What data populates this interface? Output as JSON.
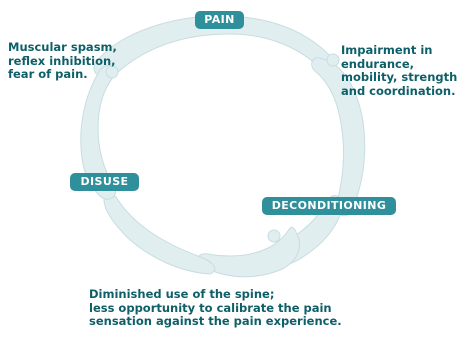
{
  "diagram": {
    "stages": {
      "pain": "PAIN",
      "deconditioning": "DECONDITIONING",
      "disuse": "DISUSE"
    },
    "notes": {
      "top_left": [
        "Muscular spasm,",
        "reflex inhibition,",
        "fear of pain."
      ],
      "top_right": [
        "Impairment in",
        "endurance,",
        "mobility, strength",
        "and coordination."
      ],
      "bottom": [
        "Diminished use of the spine;",
        "less opportunity to calibrate the pain",
        "sensation against the pain experience."
      ]
    },
    "colors": {
      "badge_fill": "#2f8f9a",
      "badge_text": "#ffffff",
      "note_text": "#0e5f68",
      "swirl_fill": "#e1eef0",
      "swirl_edge": "#c7dde1"
    }
  }
}
